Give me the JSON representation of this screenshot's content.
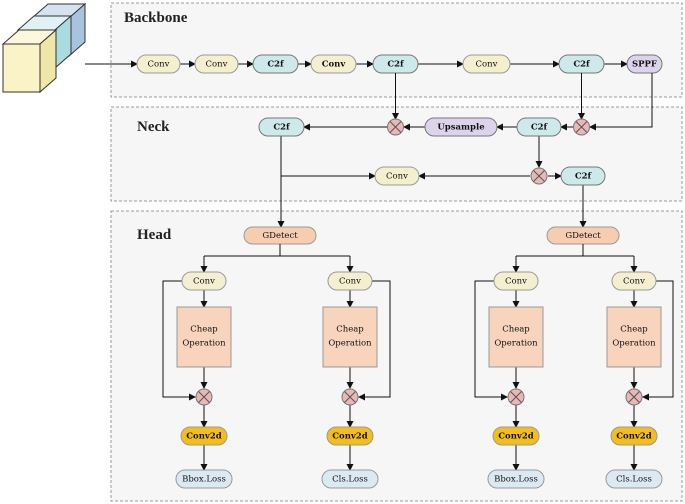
{
  "sections": {
    "backbone": "Backbone",
    "neck": "Neck",
    "head": "Head"
  },
  "backbone": {
    "conv_1": "Conv",
    "conv_2": "Conv",
    "c2f_1": "C2f",
    "conv_3": "Conv",
    "c2f_2": "C2f",
    "conv_4": "Conv",
    "c2f_3": "C2f",
    "sppf": "SPPF"
  },
  "neck": {
    "c2f_left": "C2f",
    "upsample": "Upsample",
    "c2f_mid": "C2f",
    "conv": "Conv",
    "c2f_right": "C2f"
  },
  "head": {
    "gdetect_left": "GDetect",
    "gdetect_right": "GDetect",
    "conv": "Conv",
    "cheap_op_line1": "Cheap",
    "cheap_op_line2": "Operation",
    "conv2d": "Conv2d",
    "bbox_loss": "Bbox.Loss",
    "cls_loss": "Cls.Loss"
  },
  "colors": {
    "conv": "#f5efcf",
    "c2f": "#cde9ec",
    "sppf": "#ddd3ea",
    "upsample": "#ddd3ea",
    "gdetect": "#f7cdb0",
    "cheap_op": "#f9d4bd",
    "conv2d": "#f3bd1c",
    "loss": "#dbe9f3",
    "multiply": "#eab7b7",
    "cube_front": "#fbf3c8",
    "cube_mid": "#cbeaee",
    "cube_back": "#c6d9ec"
  }
}
